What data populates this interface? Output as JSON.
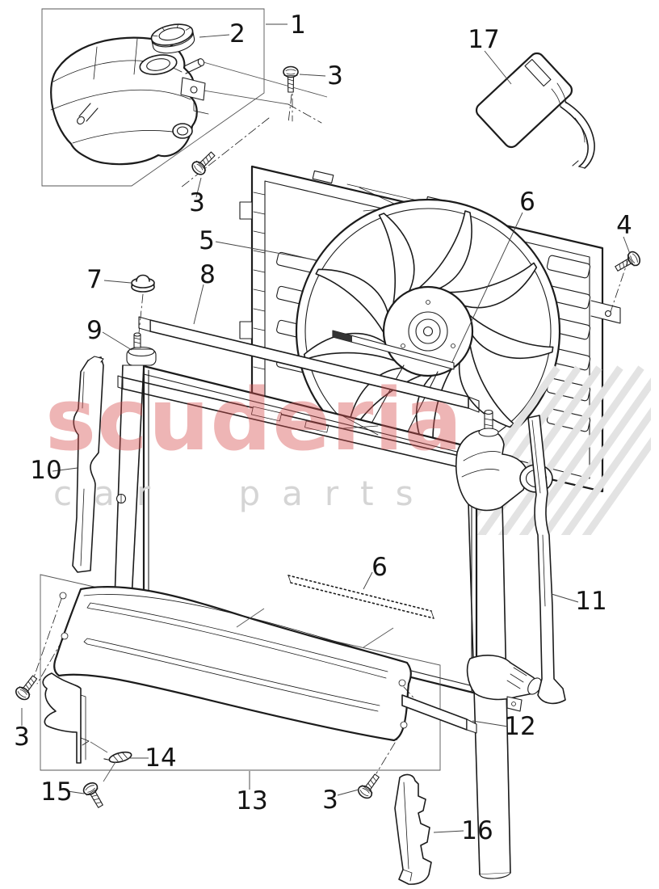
{
  "diagram": {
    "description": "exploded parts diagram of engine cooling radiator, fan shroud, expansion tank and air guides",
    "watermark": {
      "brand": "scuderia",
      "subtitle": "car parts"
    },
    "colors": {
      "background": "#ffffff",
      "line": "#1c1c1c",
      "watermark_brand": "rgba(214,78,78,0.42)",
      "watermark_sub": "#d5d5d5",
      "emblem_stripes": "#e3e3e3"
    },
    "callouts": {
      "c1": "1",
      "c2": "2",
      "c3": "3",
      "c4": "4",
      "c5": "5",
      "c6": "6",
      "c7": "7",
      "c8": "8",
      "c9": "9",
      "c10": "10",
      "c11": "11",
      "c12": "12",
      "c13": "13",
      "c14": "14",
      "c15": "15",
      "c16": "16",
      "c17": "17"
    }
  }
}
